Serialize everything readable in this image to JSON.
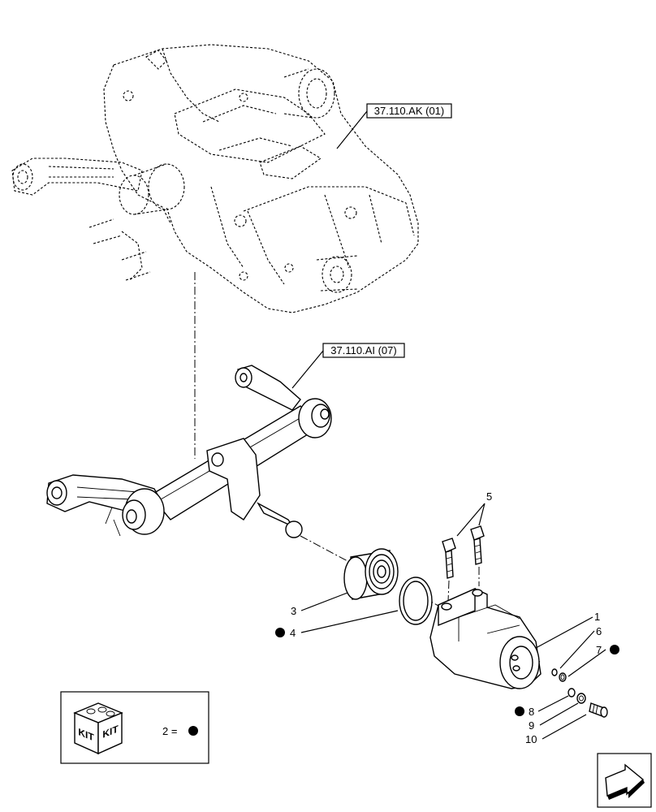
{
  "references": [
    {
      "id": "ref-ak",
      "label": "37.110.AK (01)"
    },
    {
      "id": "ref-ai",
      "label": "37.110.AI (07)"
    }
  ],
  "callouts": [
    "1",
    "2",
    "3",
    "4",
    "5",
    "6",
    "7",
    "8",
    "9",
    "10"
  ],
  "kit_box": {
    "kit_label_left": "KIT",
    "kit_label_right": "KIT",
    "legend_text": "2 ="
  },
  "icons": [
    "kit-icon",
    "next-page-arrow-icon",
    "kit-marker-dot"
  ]
}
